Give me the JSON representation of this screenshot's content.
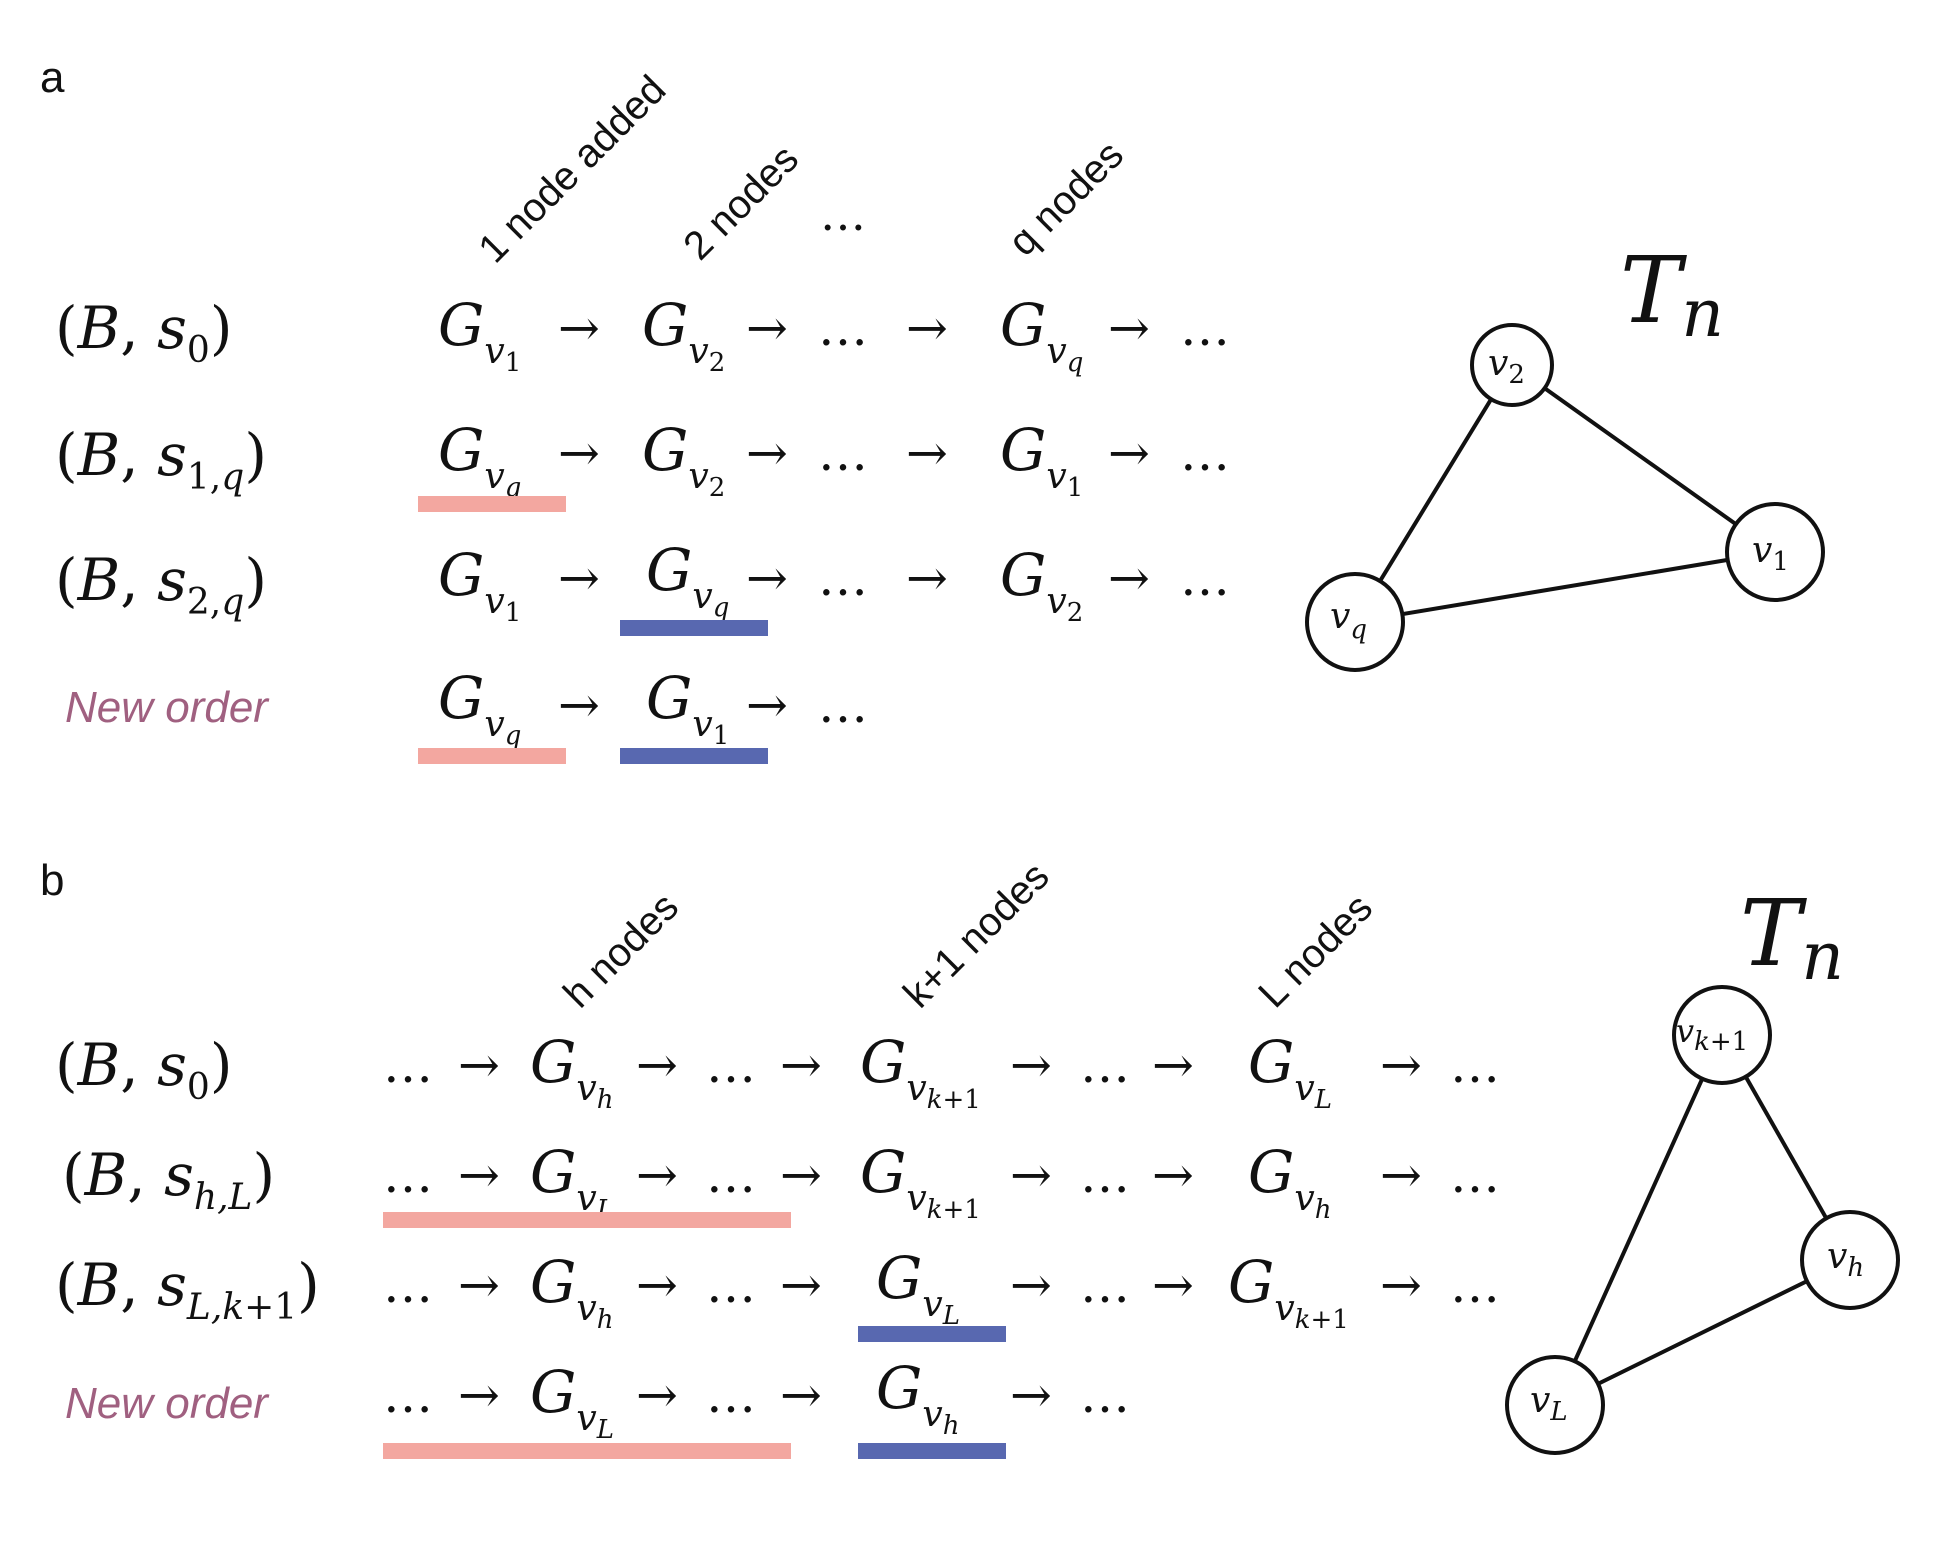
{
  "colors": {
    "pink": "#f3a7a0",
    "blue": "#5868b0",
    "new_order": "#a06080"
  },
  "panel_a": {
    "label": "a",
    "rotated": [
      "1 node added",
      "2 nodes",
      "q nodes"
    ],
    "dots": "…",
    "rows": [
      {
        "label": "(B, s₀)",
        "seq": "G_v1 → G_v2 → … → G_vq → …"
      },
      {
        "label": "(B, s₁,q)",
        "seq": "G_vq → G_v2 → … → G_v1 → …"
      },
      {
        "label": "(B, s₂,q)",
        "seq": "G_v1 → G_vq → … → G_v2 → …"
      },
      {
        "label": "New order",
        "seq": "G_vq → G_v1 → …"
      }
    ],
    "graph": {
      "title": "T_n",
      "nodes": [
        "v2",
        "v1",
        "vq"
      ]
    }
  },
  "panel_b": {
    "label": "b",
    "rotated": [
      "h nodes",
      "k+1 nodes",
      "L nodes"
    ],
    "rows": [
      {
        "label": "(B, s₀)",
        "seq": "… → G_vh → … → G_vk+1 → … → G_vL → …"
      },
      {
        "label": "(B, s_h,L)",
        "seq": "… → G_vL → … → G_vk+1 → … → G_vh → …"
      },
      {
        "label": "(B, s_L,k+1)",
        "seq": "… → G_vh → … → G_vL → … → G_vk+1 → …"
      },
      {
        "label": "New order",
        "seq": "… → G_vL → … → G_vh → …"
      }
    ],
    "graph": {
      "title": "T_n",
      "nodes": [
        "vk+1",
        "vh",
        "vL"
      ]
    }
  }
}
